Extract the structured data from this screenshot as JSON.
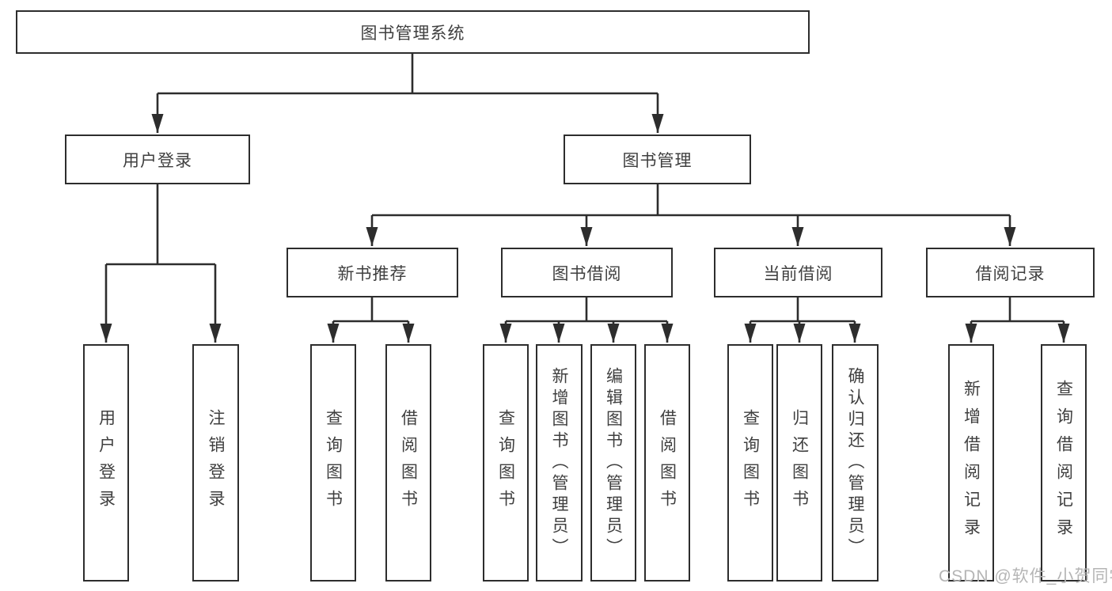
{
  "tree": {
    "root": {
      "label": "图书管理系统"
    },
    "branches": [
      {
        "label": "用户登录",
        "children": [
          {
            "label": "用户登录"
          },
          {
            "label": "注销登录"
          }
        ]
      },
      {
        "label": "图书管理",
        "children": [
          {
            "label": "新书推荐",
            "children": [
              {
                "label": "查询图书"
              },
              {
                "label": "借阅图书"
              }
            ]
          },
          {
            "label": "图书借阅",
            "children": [
              {
                "label": "查询图书"
              },
              {
                "label": "新增图书（管理员）"
              },
              {
                "label": "编辑图书（管理员）"
              },
              {
                "label": "借阅图书"
              }
            ]
          },
          {
            "label": "当前借阅",
            "children": [
              {
                "label": "查询图书"
              },
              {
                "label": "归还图书"
              },
              {
                "label": "确认归还（管理员）"
              }
            ]
          },
          {
            "label": "借阅记录",
            "children": [
              {
                "label": "新增借阅记录"
              },
              {
                "label": "查询借阅记录"
              }
            ]
          }
        ]
      }
    ]
  },
  "watermark": "CSDN @软件_小贺同学",
  "colors": {
    "line": "#2d2d2d",
    "box_border": "#2d2d2d",
    "text": "#3f3f3f",
    "watermark": "#b5b5b5",
    "background": "#ffffff"
  }
}
